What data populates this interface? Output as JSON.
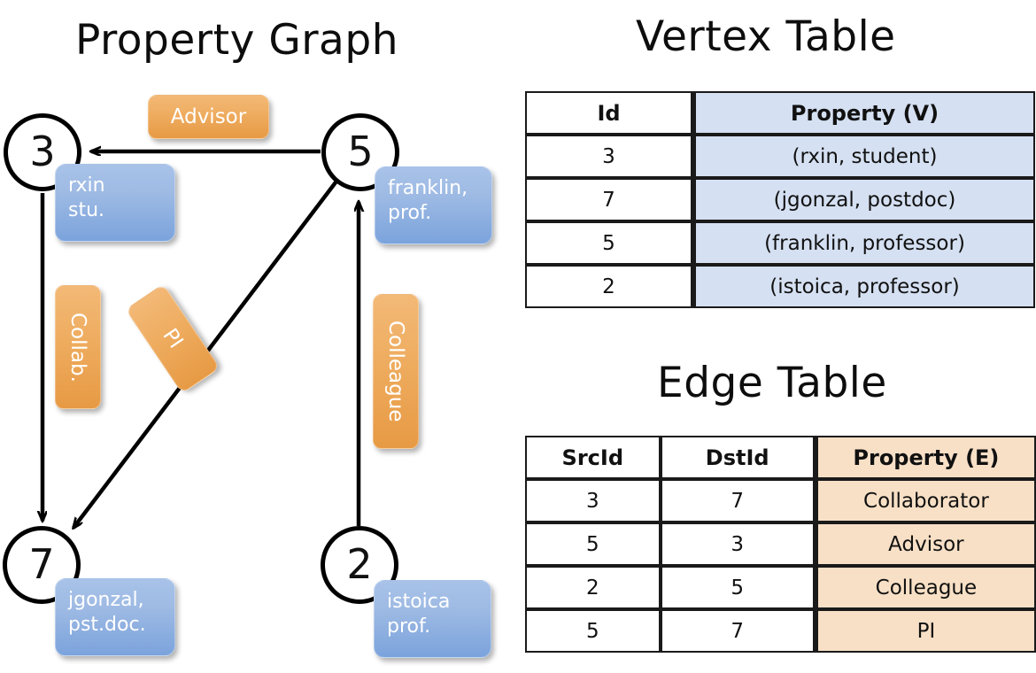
{
  "titles": {
    "property_graph": "Property Graph",
    "vertex_table": "Vertex Table",
    "edge_table": "Edge Table"
  },
  "graph": {
    "nodes": [
      {
        "id": "3",
        "property_label": "rxin\nstu."
      },
      {
        "id": "5",
        "property_label": "franklin,\nprof."
      },
      {
        "id": "7",
        "property_label": "jgonzal,\npst.doc."
      },
      {
        "id": "2",
        "property_label": "istoica\nprof."
      }
    ],
    "node_labels": {
      "n3": "3",
      "n5": "5",
      "n7": "7",
      "n2": "2"
    },
    "property_boxes": {
      "rxin_line1": "rxin",
      "rxin_line2": "stu.",
      "franklin_line1": "franklin,",
      "franklin_line2": "prof.",
      "jgonzal_line1": "jgonzal,",
      "jgonzal_line2": "pst.doc.",
      "istoica_line1": "istoica",
      "istoica_line2": "prof."
    },
    "edge_labels": {
      "advisor": "Advisor",
      "collab": "Collab.",
      "pi": "PI",
      "colleague": "Colleague"
    },
    "edges": [
      {
        "from": "5",
        "to": "3",
        "label": "Advisor"
      },
      {
        "from": "3",
        "to": "7",
        "label": "Collab."
      },
      {
        "from": "5",
        "to": "7",
        "label": "PI"
      },
      {
        "from": "2",
        "to": "5",
        "label": "Colleague"
      }
    ]
  },
  "vertex_table": {
    "headers": [
      "Id",
      "Property (V)"
    ],
    "rows": [
      {
        "id": "3",
        "property": "(rxin, student)"
      },
      {
        "id": "7",
        "property": "(jgonzal, postdoc)"
      },
      {
        "id": "5",
        "property": "(franklin, professor)"
      },
      {
        "id": "2",
        "property": "(istoica, professor)"
      }
    ]
  },
  "edge_table": {
    "headers": [
      "SrcId",
      "DstId",
      "Property (E)"
    ],
    "rows": [
      {
        "src": "3",
        "dst": "7",
        "property": "Collaborator"
      },
      {
        "src": "5",
        "dst": "3",
        "property": "Advisor"
      },
      {
        "src": "2",
        "dst": "5",
        "property": "Colleague"
      },
      {
        "src": "5",
        "dst": "7",
        "property": "PI"
      }
    ]
  },
  "colors": {
    "vertex_property_fill": "#d5e0f2",
    "edge_property_fill": "#f8e0c6",
    "node_box_blue": "#7ba3dc",
    "edge_label_orange": "#e79a44",
    "stroke": "#000000"
  }
}
